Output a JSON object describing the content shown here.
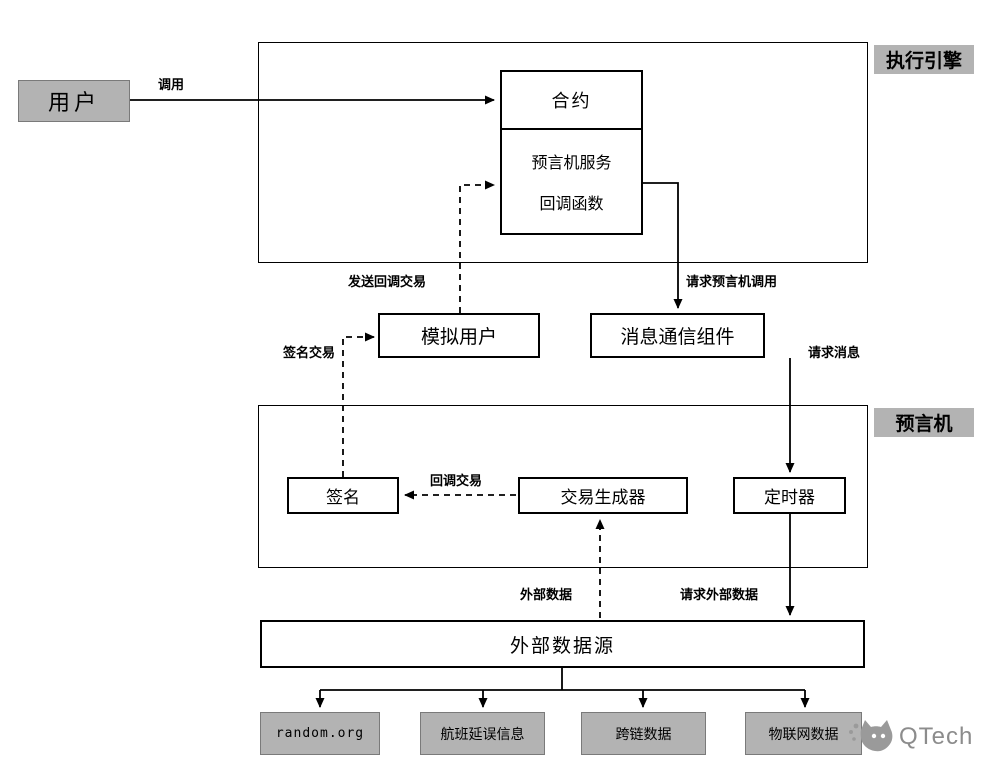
{
  "diagram": {
    "nodes": {
      "user": "用户",
      "exec_engine_label": "执行引擎",
      "contract": "合约",
      "oracle_service": "预言机服务",
      "callback_fn": "回调函数",
      "sim_user": "模拟用户",
      "msg_comm": "消息通信组件",
      "oracle_label": "预言机",
      "sign": "签名",
      "tx_generator": "交易生成器",
      "timer": "定时器",
      "ext_data_source": "外部数据源"
    },
    "sources": [
      "random.org",
      "航班延误信息",
      "跨链数据",
      "物联网数据"
    ],
    "edge_labels": {
      "invoke": "调用",
      "send_callback_tx": "发送回调交易",
      "request_oracle_call": "请求预言机调用",
      "sign_tx": "签名交易",
      "request_msg": "请求消息",
      "callback_tx": "回调交易",
      "external_data": "外部数据",
      "request_external_data": "请求外部数据"
    },
    "logo_text": "QTech",
    "colors": {
      "gray_fill": "#b3b3b3",
      "line_color": "#000000",
      "logo_gray": "#8c8c8c",
      "background": "#ffffff"
    }
  }
}
